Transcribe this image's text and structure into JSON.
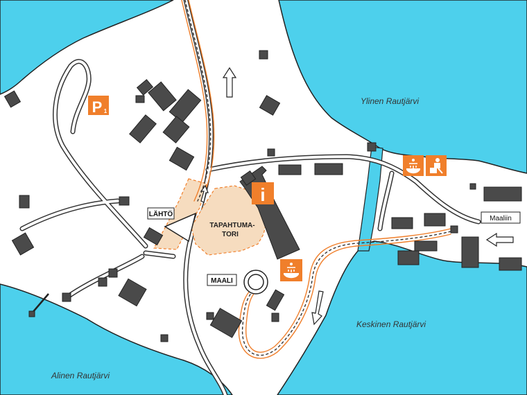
{
  "map": {
    "lakes": {
      "ylinen": "Ylinen Rautjärvi",
      "keskinen": "Keskinen Rautjärvi",
      "alinen": "Alinen Rautjärvi"
    },
    "labels": {
      "lahto": "LÄHTÖ",
      "maali": "MAALI",
      "maaliin": "Maaliin",
      "event_square_line1": "TAPAHTUMA-",
      "event_square_line2": "TORI"
    },
    "icons": {
      "parking": "P",
      "parking_sub": "1",
      "info": "i"
    },
    "colors": {
      "water": "#4dd0ec",
      "building": "#4a4a4a",
      "route": "#f07f2b",
      "event_square": "#f6dcbf",
      "icon_bg": "#f07f2b"
    }
  }
}
